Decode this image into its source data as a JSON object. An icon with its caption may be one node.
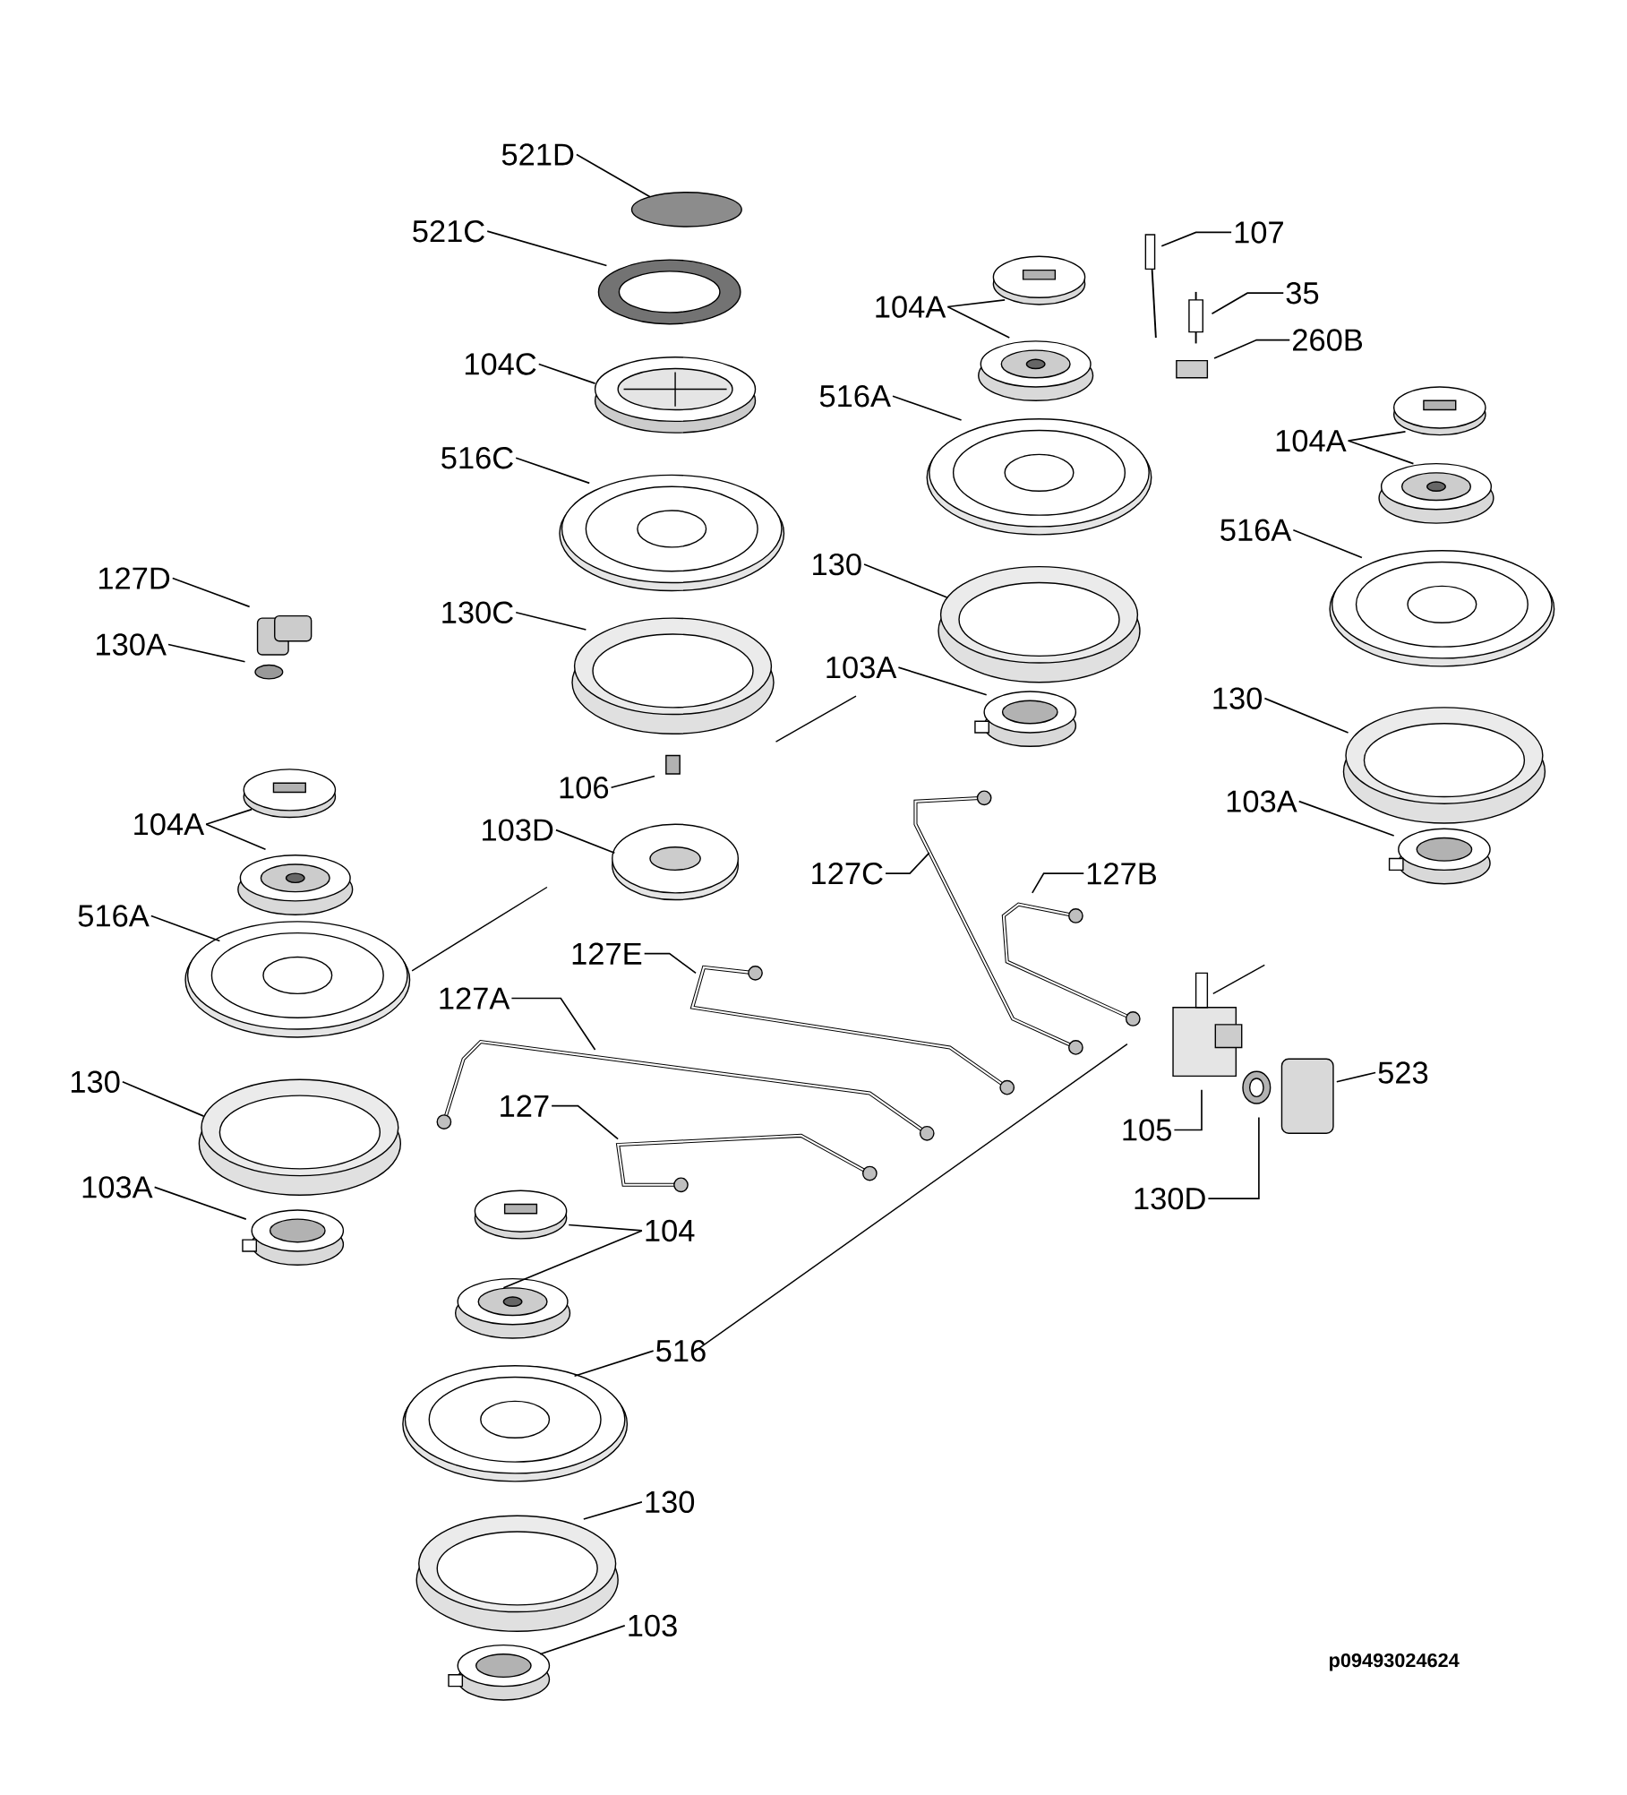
{
  "diagram": {
    "nodes": [
      {
        "text": [
          "521D"
        ]
      },
      {
        "text": [
          "521C"
        ]
      },
      {
        "text": [
          "104C"
        ]
      },
      {
        "text": [
          "516C"
        ]
      },
      {
        "text": [
          "130C"
        ]
      },
      {
        "text": [
          "127D"
        ]
      },
      {
        "text": [
          "130A"
        ]
      },
      {
        "text": [
          "104A"
        ]
      },
      {
        "text": [
          "107"
        ]
      },
      {
        "text": [
          "35"
        ]
      },
      {
        "text": [
          "260B"
        ]
      },
      {
        "text": [
          "516A"
        ]
      },
      {
        "text": [
          "104A"
        ]
      },
      {
        "text": [
          "516A"
        ]
      },
      {
        "text": [
          "130"
        ]
      },
      {
        "text": [
          "103A"
        ]
      },
      {
        "text": [
          "130"
        ]
      },
      {
        "text": [
          "106"
        ]
      },
      {
        "text": [
          "103A"
        ]
      },
      {
        "text": [
          "103D"
        ]
      },
      {
        "text": [
          "104A"
        ]
      },
      {
        "text": [
          "127C"
        ]
      },
      {
        "text": [
          "127B"
        ]
      },
      {
        "text": [
          "516A"
        ]
      },
      {
        "text": [
          "127E"
        ]
      },
      {
        "text": [
          "127A"
        ]
      },
      {
        "text": [
          "130"
        ]
      },
      {
        "text": [
          "127"
        ]
      },
      {
        "text": [
          "523"
        ]
      },
      {
        "text": [
          "105"
        ]
      },
      {
        "text": [
          "103A"
        ]
      },
      {
        "text": [
          "130D"
        ]
      },
      {
        "text": [
          "104"
        ]
      },
      {
        "text": [
          "516"
        ]
      },
      {
        "text": [
          "130"
        ]
      },
      {
        "text": [
          "103"
        ]
      }
    ],
    "edges": [
      {
        "from": 0,
        "to": null,
        "arrow": "none"
      },
      {
        "from": 1,
        "to": null,
        "arrow": "none"
      },
      {
        "from": 2,
        "to": null,
        "arrow": "none"
      },
      {
        "from": 3,
        "to": null,
        "arrow": "none"
      },
      {
        "from": 4,
        "to": null,
        "arrow": "none"
      },
      {
        "from": 5,
        "to": null,
        "arrow": "none"
      },
      {
        "from": 6,
        "to": null,
        "arrow": "none"
      },
      {
        "from": 7,
        "to": null,
        "arrow": "none"
      },
      {
        "from": 7,
        "to": null,
        "arrow": "none"
      },
      {
        "from": 8,
        "to": null,
        "arrow": "none"
      },
      {
        "from": 9,
        "to": null,
        "arrow": "none"
      },
      {
        "from": 10,
        "to": null,
        "arrow": "none"
      },
      {
        "from": 11,
        "to": null,
        "arrow": "none"
      },
      {
        "from": 12,
        "to": null,
        "arrow": "none"
      },
      {
        "from": 12,
        "to": null,
        "arrow": "none"
      },
      {
        "from": 13,
        "to": null,
        "arrow": "none"
      },
      {
        "from": 14,
        "to": null,
        "arrow": "none"
      },
      {
        "from": 15,
        "to": null,
        "arrow": "none"
      },
      {
        "from": 16,
        "to": null,
        "arrow": "none"
      },
      {
        "from": 17,
        "to": null,
        "arrow": "none"
      },
      {
        "from": 18,
        "to": null,
        "arrow": "none"
      },
      {
        "from": 19,
        "to": null,
        "arrow": "none"
      },
      {
        "from": 20,
        "to": null,
        "arrow": "none"
      },
      {
        "from": 20,
        "to": null,
        "arrow": "none"
      },
      {
        "from": 21,
        "to": null,
        "arrow": "none"
      },
      {
        "from": 22,
        "to": null,
        "arrow": "none"
      },
      {
        "from": 23,
        "to": null,
        "arrow": "none"
      },
      {
        "from": 24,
        "to": null,
        "arrow": "none"
      },
      {
        "from": 25,
        "to": null,
        "arrow": "none"
      },
      {
        "from": 26,
        "to": null,
        "arrow": "none"
      },
      {
        "from": 27,
        "to": null,
        "arrow": "none"
      },
      {
        "from": 28,
        "to": null,
        "arrow": "none"
      },
      {
        "from": 29,
        "to": null,
        "arrow": "none"
      },
      {
        "from": 30,
        "to": null,
        "arrow": "none"
      },
      {
        "from": 31,
        "to": null,
        "arrow": "none"
      },
      {
        "from": 32,
        "to": null,
        "arrow": "none"
      },
      {
        "from": 32,
        "to": null,
        "arrow": "none"
      },
      {
        "from": 33,
        "to": null,
        "arrow": "none"
      },
      {
        "from": 34,
        "to": null,
        "arrow": "none"
      },
      {
        "from": 35,
        "to": null,
        "arrow": "none"
      }
    ],
    "labels": [
      "p09493024624"
    ]
  }
}
